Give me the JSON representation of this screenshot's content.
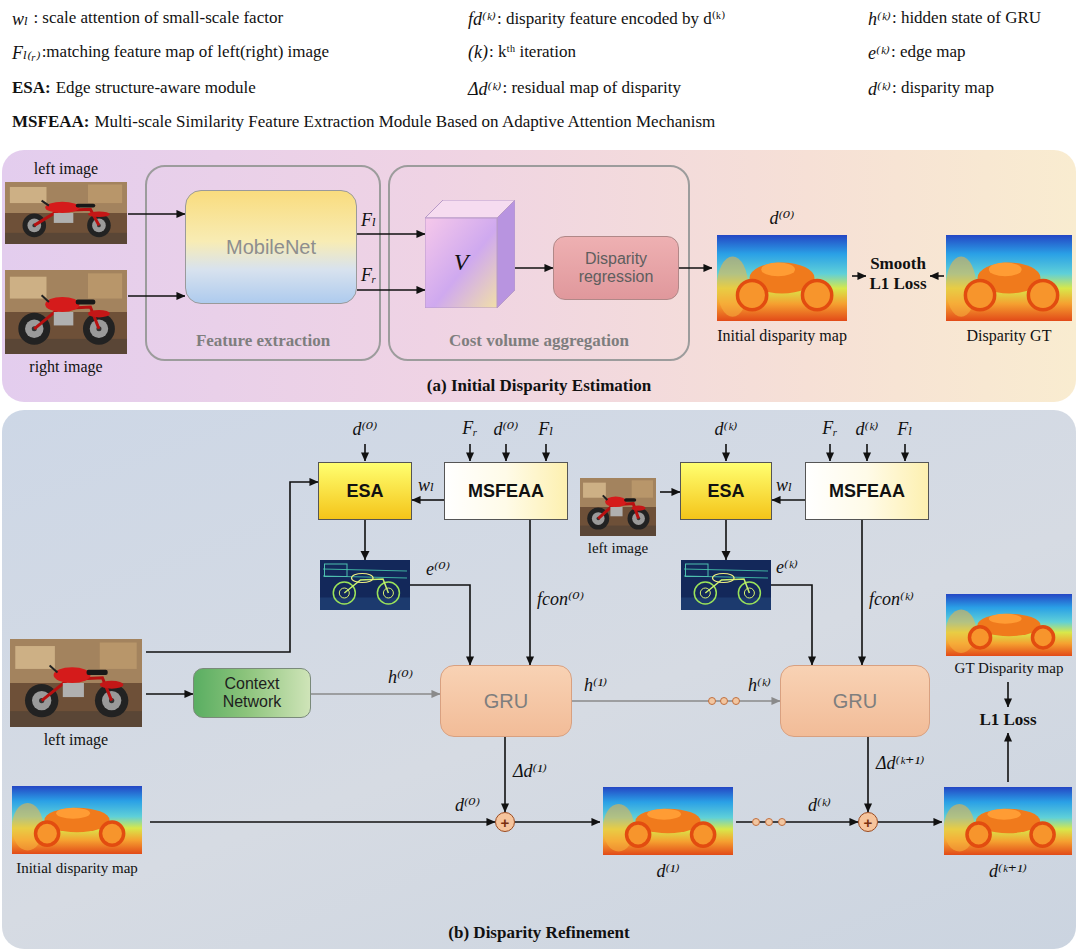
{
  "diagram": {
    "nodes": [
      {
        "text": [
          "(a) Initial Disparity Estimation"
        ]
      },
      {
        "text": [
          "left image"
        ],
        "in": 0
      },
      {
        "text": [
          "right image"
        ],
        "in": 0
      },
      {
        "text": [
          "Feature extraction"
        ],
        "in": 0
      },
      {
        "text": [
          "MobileNet"
        ],
        "in": 3
      },
      {
        "text": [
          "Cost volume aggregation"
        ],
        "in": 0
      },
      {
        "text": [
          "V"
        ],
        "in": 5
      },
      {
        "text": [
          "Disparity regression"
        ],
        "in": 5
      },
      {
        "text": [
          "d⁽⁰⁾",
          "Initial disparity map"
        ],
        "in": 0
      },
      {
        "text": [
          "Smooth L1 Loss"
        ],
        "in": 0
      },
      {
        "text": [
          "Disparity GT"
        ],
        "in": 0
      },
      {
        "text": [
          "(b) Disparity Refinement"
        ]
      },
      {
        "text": [
          "ESA"
        ],
        "in": 11
      },
      {
        "text": [
          "MSFEAA"
        ],
        "in": 11
      },
      {
        "text": [
          "left image"
        ],
        "in": 11
      },
      {
        "text": [
          "ESA"
        ],
        "in": 11
      },
      {
        "text": [
          "MSFEAA"
        ],
        "in": 11
      },
      {
        "text": [
          "GT Disparity map"
        ],
        "in": 11
      },
      {
        "text": [
          "left image"
        ],
        "in": 11
      },
      {
        "text": [
          "Context Network"
        ],
        "in": 11
      },
      {
        "text": [
          "GRU"
        ],
        "in": 11
      },
      {
        "text": [
          "GRU"
        ],
        "in": 11
      },
      {
        "text": [
          "L1 Loss"
        ],
        "in": 11
      },
      {
        "text": [
          "Initial disparity map"
        ],
        "in": 11
      },
      {
        "text": [
          "+"
        ],
        "in": 11
      },
      {
        "text": [
          "d⁽¹⁾"
        ],
        "in": 11
      },
      {
        "text": [
          "+"
        ],
        "in": 11
      },
      {
        "text": [
          "d⁽ᵏ⁺¹⁾"
        ],
        "in": 11
      }
    ],
    "edges": [
      {
        "from": 1,
        "to": 4,
        "arrow": "to"
      },
      {
        "from": 2,
        "to": 4,
        "arrow": "to"
      },
      {
        "from": 4,
        "to": 6,
        "label": "Fₗ",
        "arrow": "to"
      },
      {
        "from": 4,
        "to": 6,
        "label": "Fᵣ",
        "arrow": "to"
      },
      {
        "from": 6,
        "to": 7,
        "arrow": "to"
      },
      {
        "from": 7,
        "to": 8,
        "arrow": "to"
      },
      {
        "from": 8,
        "to": 9,
        "arrow": "to"
      },
      {
        "from": 10,
        "to": 9,
        "arrow": "to"
      },
      {
        "from": 13,
        "to": 12,
        "label": "wₗ",
        "arrow": "to"
      },
      {
        "from": 18,
        "to": 12,
        "arrow": "to"
      },
      {
        "from": 12,
        "to": 20,
        "label": "e⁽⁰⁾",
        "arrow": "to"
      },
      {
        "from": 13,
        "to": 20,
        "label": "fcon⁽⁰⁾",
        "arrow": "to"
      },
      {
        "from": 18,
        "to": 19,
        "arrow": "to"
      },
      {
        "from": 19,
        "to": 20,
        "label": "h⁽⁰⁾",
        "arrow": "to"
      },
      {
        "from": 20,
        "to": 21,
        "label": "h⁽¹⁾",
        "arrow": "to"
      },
      {
        "from": 16,
        "to": 15,
        "label": "wₗ",
        "arrow": "to"
      },
      {
        "from": 14,
        "to": 15,
        "arrow": "to"
      },
      {
        "from": 15,
        "to": 21,
        "label": "e⁽ᵏ⁾",
        "arrow": "to"
      },
      {
        "from": 16,
        "to": 21,
        "label": "fcon⁽ᵏ⁾",
        "arrow": "to"
      },
      {
        "from": 20,
        "to": 24,
        "label": "Δd⁽¹⁾",
        "arrow": "to"
      },
      {
        "from": 23,
        "to": 24,
        "label": "d⁽⁰⁾",
        "arrow": "to"
      },
      {
        "from": 24,
        "to": 25,
        "arrow": "to"
      },
      {
        "from": 25,
        "to": 26,
        "label": "d⁽ᵏ⁾",
        "arrow": "to"
      },
      {
        "from": 21,
        "to": 26,
        "label": "Δd⁽ᵏ⁺¹⁾",
        "arrow": "to"
      },
      {
        "from": 26,
        "to": 27,
        "arrow": "to"
      },
      {
        "from": 17,
        "to": 22,
        "arrow": "to"
      },
      {
        "from": 27,
        "to": 22,
        "arrow": "to"
      }
    ],
    "labels": [
      "wₗ",
      ": scale attention of small-scale factor",
      "fd⁽ᵏ⁾",
      ": disparity feature encoded by d⁽ᵏ⁾",
      "h⁽ᵏ⁾",
      ": hidden state of GRU",
      "Fₗ₍ᵣ₎",
      ":matching feature map of left(right) image",
      "(k)",
      ": kᵗʰ iteration",
      "e⁽ᵏ⁾",
      ": edge map",
      "ESA:",
      "Edge structure-aware module",
      "Δd⁽ᵏ⁾",
      ": residual map of disparity",
      "d⁽ᵏ⁾",
      ": disparity map",
      "MSFEAA:",
      "Multi-scale Similarity Feature Extraction Module Based on Adaptive Attention Mechanism",
      "d⁽⁰⁾",
      "Fᵣ",
      "d⁽⁰⁾",
      "Fₗ",
      "d⁽ᵏ⁾",
      "Fᵣ",
      "d⁽ᵏ⁾",
      "Fₗ",
      "h⁽ᵏ⁾"
    ]
  }
}
